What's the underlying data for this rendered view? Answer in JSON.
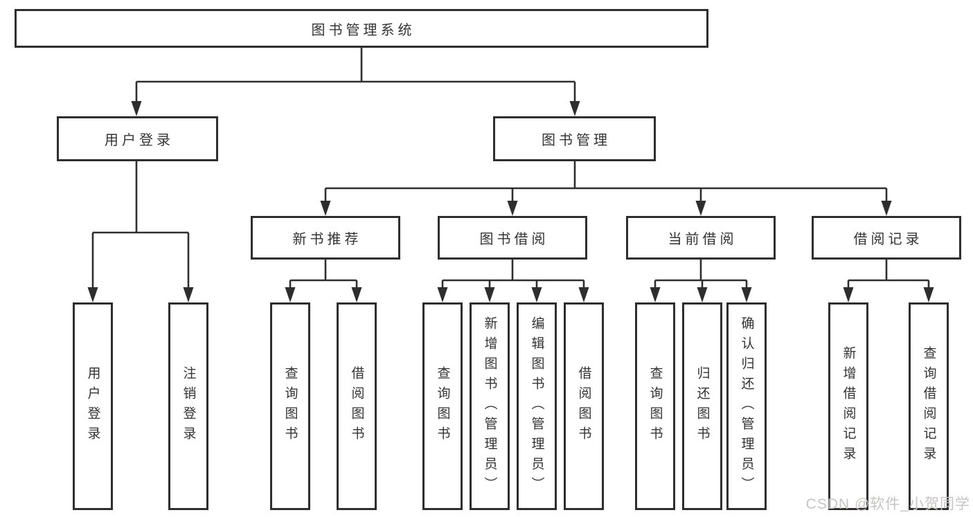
{
  "diagram": {
    "root": "图书管理系统",
    "level2": {
      "user_login": "用户登录",
      "book_mgmt": "图书管理"
    },
    "user_login_children": {
      "login": "用户登录",
      "logout": "注销登录"
    },
    "level3": {
      "recommend": "新书推荐",
      "borrow": "图书借阅",
      "current": "当前借阅",
      "records": "借阅记录"
    },
    "recommend_children": {
      "query": "查询图书",
      "borrow": "借阅图书"
    },
    "borrow_children": {
      "query": "查询图书",
      "add": "新增图书（管理员）",
      "edit": "编辑图书（管理员）",
      "borrow": "借阅图书"
    },
    "current_children": {
      "query": "查询图书",
      "return": "归还图书",
      "confirm": "确认归还（管理员）"
    },
    "records_children": {
      "add": "新增借阅记录",
      "query": "查询借阅记录"
    }
  },
  "watermark": "CSDN @软件_小贺同学",
  "colors": {
    "line": "#2e2e2e",
    "text": "#333333",
    "watermark": "#c8c4c4",
    "background": "#ffffff"
  }
}
